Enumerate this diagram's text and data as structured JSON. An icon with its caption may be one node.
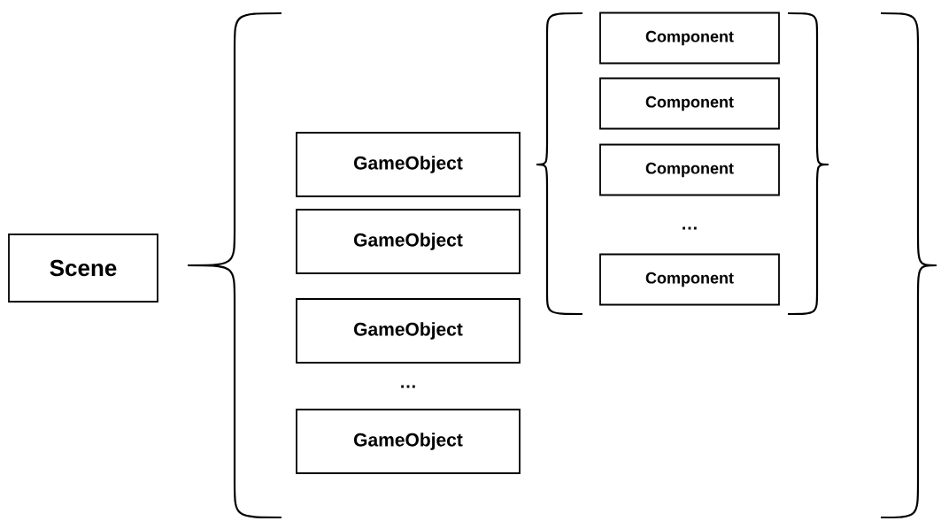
{
  "diagram": {
    "nodes": [
      {
        "text": [
          "Scene"
        ]
      },
      {
        "text": [
          "GameObject"
        ]
      },
      {
        "text": [
          "GameObject"
        ]
      },
      {
        "text": [
          "GameObject"
        ]
      },
      {
        "text": [
          "GameObject"
        ]
      },
      {
        "text": [
          "Component"
        ]
      },
      {
        "text": [
          "Component"
        ]
      },
      {
        "text": [
          "Component"
        ]
      },
      {
        "text": [
          "Component"
        ]
      }
    ],
    "edges": [],
    "labels": [
      "…",
      "…"
    ]
  }
}
